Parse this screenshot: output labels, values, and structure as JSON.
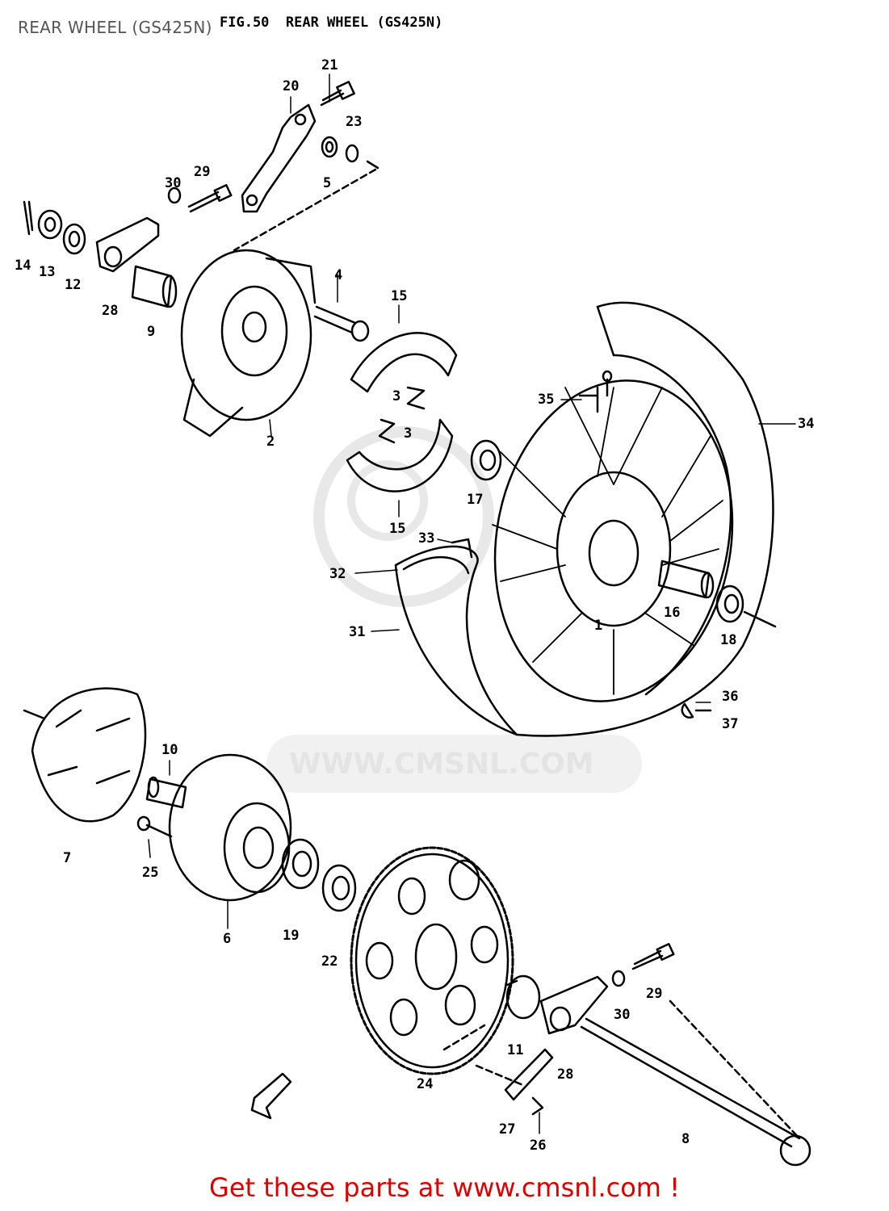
{
  "page_title": "REAR WHEEL (GS425N)",
  "figure_header": "FIG.50  REAR WHEEL (GS425N)",
  "watermark_text": "WWW.CMSNL.COM",
  "footer_text": "Get these parts at www.cmsnl.com !",
  "callouts": {
    "c21": "21",
    "c20": "20",
    "c23": "23",
    "c5": "5",
    "c30a": "30",
    "c29a": "29",
    "c14": "14",
    "c13": "13",
    "c12": "12",
    "c28a": "28",
    "c9": "9",
    "c4": "4",
    "c15a": "15",
    "c3a": "3",
    "c3b": "3",
    "c2": "2",
    "c15b": "15",
    "c17": "17",
    "c35": "35",
    "c34": "34",
    "c33": "33",
    "c32": "32",
    "c31": "31",
    "c16": "16",
    "c1": "1",
    "c18": "18",
    "c36": "36",
    "c37": "37",
    "c10": "10",
    "c7": "7",
    "c25": "25",
    "c6": "6",
    "c19": "19",
    "c22": "22",
    "c24": "24",
    "c11": "11",
    "c28b": "28",
    "c30b": "30",
    "c29b": "29",
    "c27": "27",
    "c26": "26",
    "c8": "8"
  },
  "colors": {
    "ink": "#000000",
    "footer": "#e00000",
    "watermark": "#e2e2e2",
    "title": "#555555"
  }
}
